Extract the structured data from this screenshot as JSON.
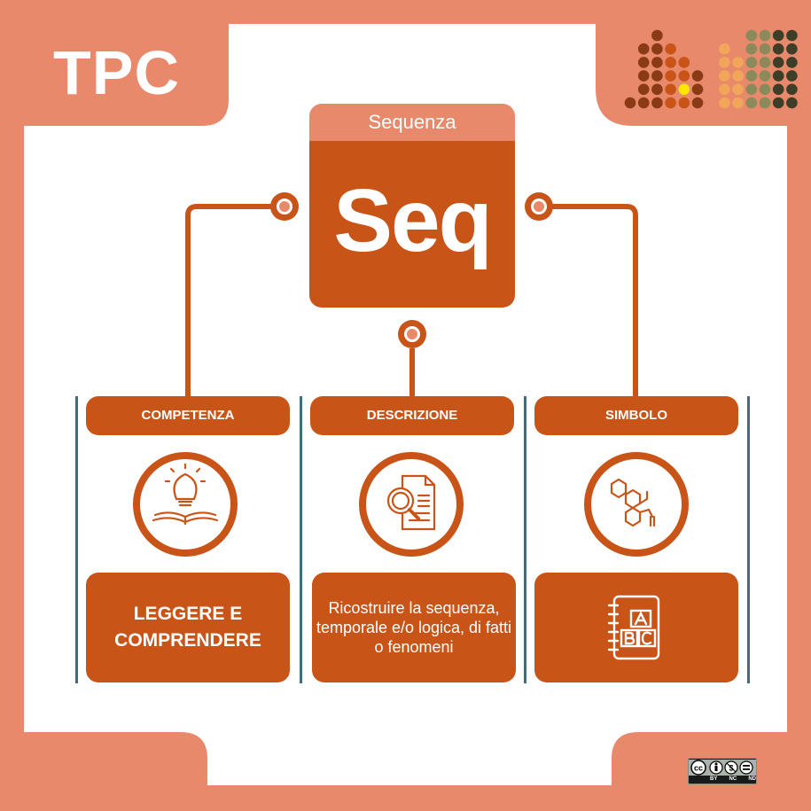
{
  "header": {
    "title": "TPC"
  },
  "symbol": {
    "subtitle": "Sequenza",
    "code": "Seq"
  },
  "columns": [
    {
      "heading": "COMPETENZA",
      "icon": "lightbulb-book-icon",
      "content": "LEGGERE E COMPRENDERE"
    },
    {
      "heading": "DESCRIZIONE",
      "icon": "document-magnifier-icon",
      "content": "Ricostruire la sequenza, temporale e/o logica, di fatti o fenomeni"
    },
    {
      "heading": "SIMBOLO",
      "icon": "molecule-icon",
      "content_icon": "abc-notebook-icon"
    }
  ],
  "license": {
    "labels": [
      "BY",
      "NC",
      "ND"
    ]
  },
  "colors": {
    "accent": "#c95418",
    "background": "#e8896c",
    "panel": "#ffffff",
    "divider": "#3f6d7a"
  }
}
